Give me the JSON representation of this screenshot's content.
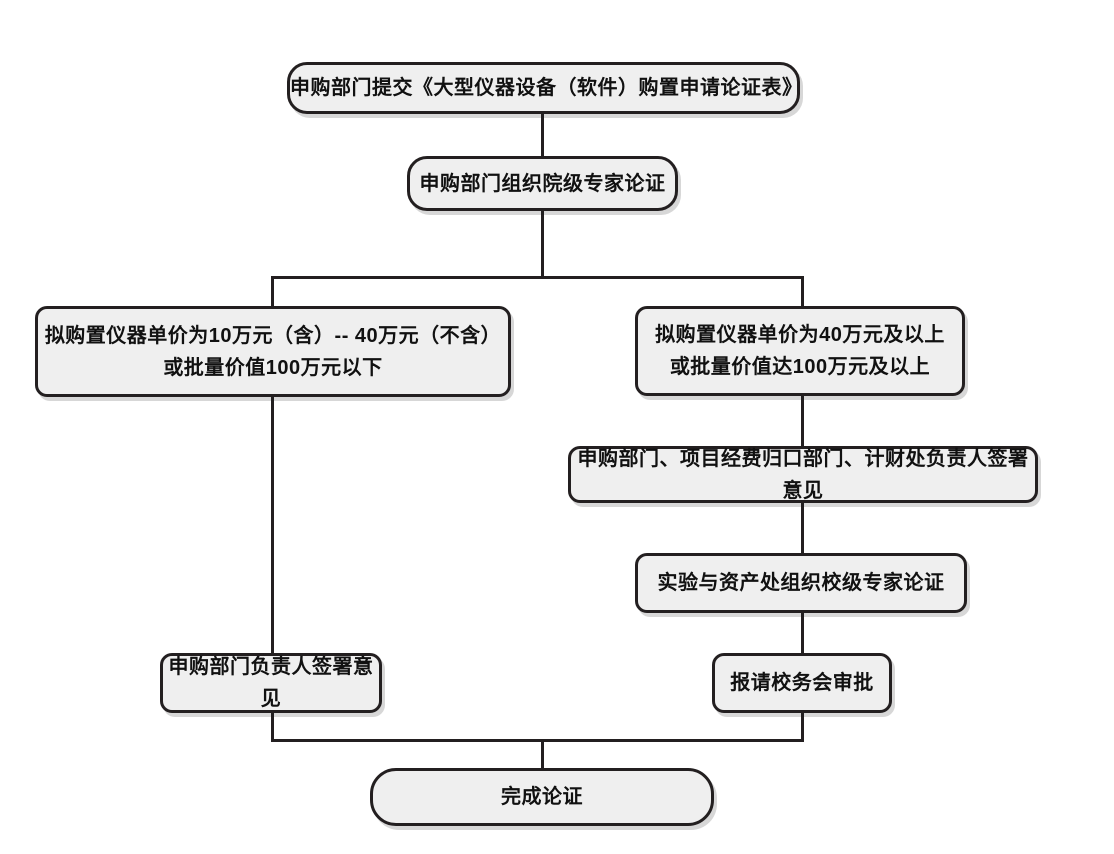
{
  "colors": {
    "background": "#ffffff",
    "node_fill": "#efefef",
    "node_border": "#231f20",
    "connector": "#231f20",
    "text": "#111111"
  },
  "flowchart": {
    "nodes": {
      "submit_form": {
        "text": "申购部门提交《大型仪器设备（软件）购置申请论证表》"
      },
      "college_expert_review": {
        "text": "申购部门组织院级专家论证"
      },
      "branch_low": {
        "line1": "拟购置仪器单价为10万元（含）-- 40万元（不含）",
        "line2": "或批量价值100万元以下"
      },
      "branch_high": {
        "line1": "拟购置仪器单价为40万元及以上",
        "line2": "或批量价值达100万元及以上"
      },
      "multi_dept_sign": {
        "text": "申购部门、项目经费归口部门、计财处负责人签署意见"
      },
      "school_expert_review": {
        "text": "实验与资产处组织校级专家论证"
      },
      "school_council_approval": {
        "text": "报请校务会审批"
      },
      "dept_head_sign": {
        "text": "申购部门负责人签署意见"
      },
      "complete": {
        "text": "完成论证"
      }
    },
    "edges": [
      {
        "from": "submit_form",
        "to": "college_expert_review"
      },
      {
        "from": "college_expert_review",
        "to": "branch_low"
      },
      {
        "from": "college_expert_review",
        "to": "branch_high"
      },
      {
        "from": "branch_low",
        "to": "dept_head_sign"
      },
      {
        "from": "branch_high",
        "to": "multi_dept_sign"
      },
      {
        "from": "multi_dept_sign",
        "to": "school_expert_review"
      },
      {
        "from": "school_expert_review",
        "to": "school_council_approval"
      },
      {
        "from": "dept_head_sign",
        "to": "complete"
      },
      {
        "from": "school_council_approval",
        "to": "complete"
      }
    ]
  }
}
